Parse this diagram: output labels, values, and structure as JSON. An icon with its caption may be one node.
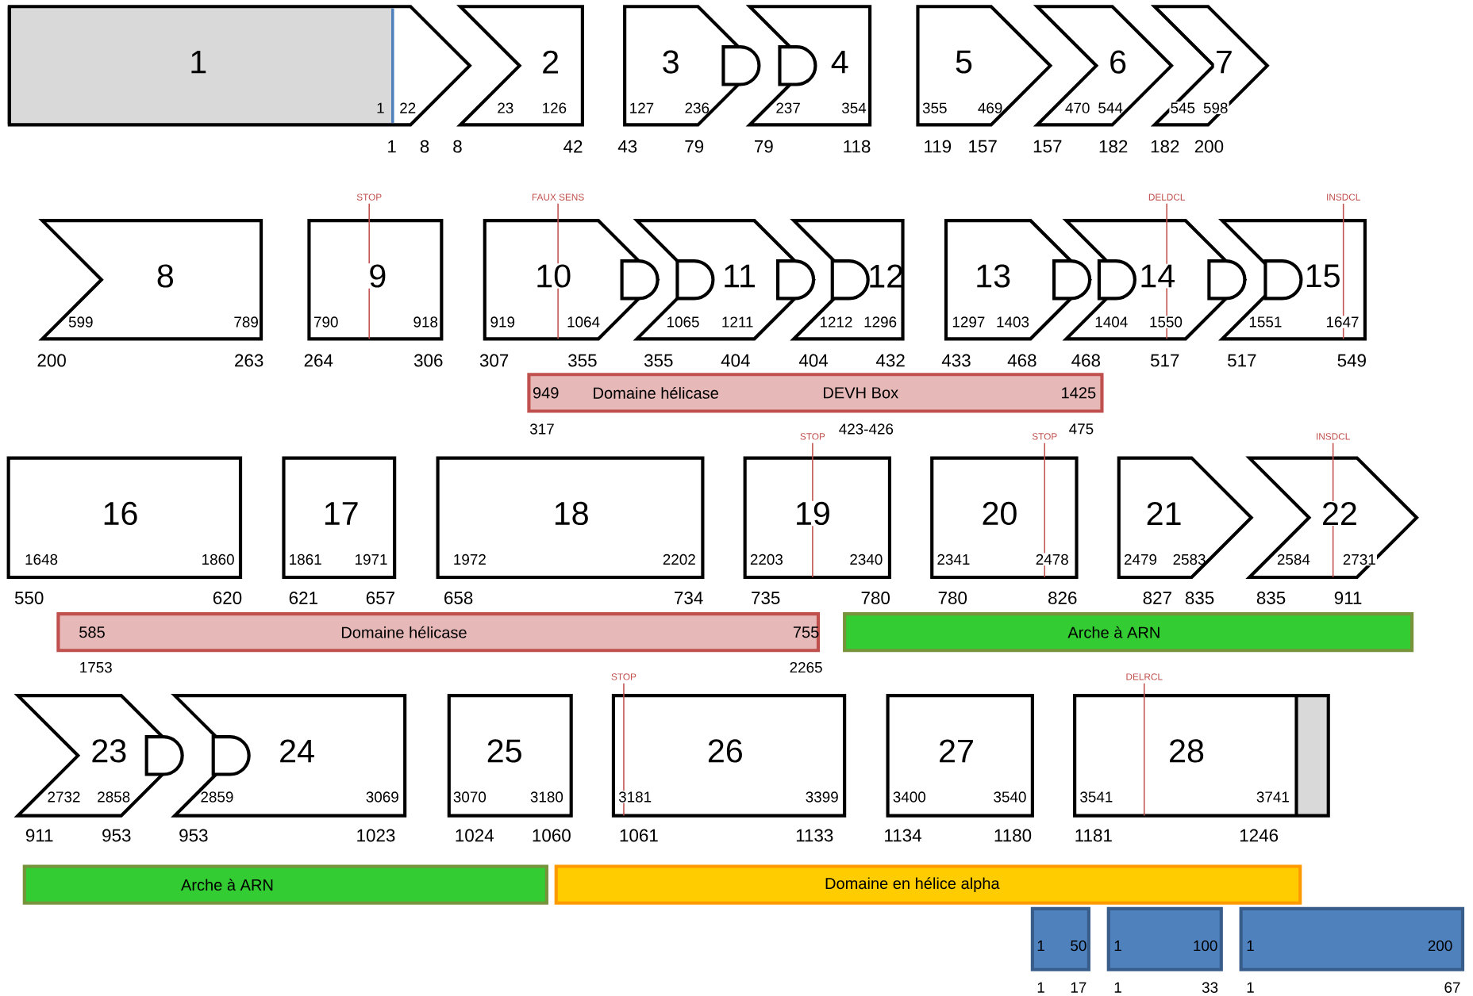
{
  "diagram": {
    "nodes": [
      {
        "text": [
          "1",
          "1",
          "22"
        ],
        "beside": [
          "1",
          "8"
        ]
      },
      {
        "text": [
          "2",
          "23",
          "126"
        ],
        "beside": [
          "8",
          "42"
        ]
      },
      {
        "text": [
          "3",
          "127",
          "236"
        ],
        "beside": [
          "43",
          "79"
        ]
      },
      {
        "text": [
          "4",
          "237",
          "354"
        ],
        "beside": [
          "79",
          "118"
        ]
      },
      {
        "text": [
          "5",
          "355",
          "469"
        ],
        "beside": [
          "119",
          "157"
        ]
      },
      {
        "text": [
          "6",
          "470",
          "544"
        ],
        "beside": [
          "157",
          "182"
        ]
      },
      {
        "text": [
          "7",
          "545",
          "598"
        ],
        "beside": [
          "182",
          "200"
        ]
      },
      {
        "text": [
          "8",
          "599",
          "789"
        ],
        "beside": [
          "200",
          "263"
        ]
      },
      {
        "text": [
          "9",
          "790",
          "918"
        ],
        "beside": [
          "264",
          "306",
          "STOP"
        ]
      },
      {
        "text": [
          "10",
          "919",
          "1064"
        ],
        "beside": [
          "307",
          "355",
          "FAUX SENS"
        ]
      },
      {
        "text": [
          "11",
          "1065",
          "1211"
        ],
        "beside": [
          "355",
          "404"
        ]
      },
      {
        "text": [
          "12",
          "1212",
          "1296"
        ],
        "beside": [
          "404",
          "432"
        ]
      },
      {
        "text": [
          "13",
          "1297",
          "1403"
        ],
        "beside": [
          "433",
          "468"
        ]
      },
      {
        "text": [
          "14",
          "1404",
          "1550"
        ],
        "beside": [
          "468",
          "517",
          "DELDCL"
        ]
      },
      {
        "text": [
          "15",
          "1551",
          "1647"
        ],
        "beside": [
          "517",
          "549",
          "INSDCL"
        ]
      },
      {
        "text": [
          "949",
          "Domaine hélicase",
          "DEVH Box",
          "1425"
        ],
        "beside": [
          "317",
          "423-426",
          "475"
        ]
      },
      {
        "text": [
          "16",
          "1648",
          "1860"
        ],
        "beside": [
          "550",
          "620"
        ]
      },
      {
        "text": [
          "17",
          "1861",
          "1971"
        ],
        "beside": [
          "621",
          "657"
        ]
      },
      {
        "text": [
          "18",
          "1972",
          "2202"
        ],
        "beside": [
          "658",
          "734"
        ]
      },
      {
        "text": [
          "19",
          "2203",
          "2340"
        ],
        "beside": [
          "735",
          "780",
          "STOP"
        ]
      },
      {
        "text": [
          "20",
          "2341",
          "2478"
        ],
        "beside": [
          "780",
          "826",
          "STOP"
        ]
      },
      {
        "text": [
          "21",
          "2479",
          "2583"
        ],
        "beside": [
          "827",
          "835"
        ]
      },
      {
        "text": [
          "22",
          "2584",
          "2731"
        ],
        "beside": [
          "835",
          "911",
          "INSDCL"
        ]
      },
      {
        "text": [
          "585",
          "Domaine hélicase",
          "755"
        ],
        "beside": [
          "1753",
          "2265"
        ]
      },
      {
        "text": [
          "Arche à ARN"
        ]
      },
      {
        "text": [
          "23",
          "2732",
          "2858"
        ],
        "beside": [
          "911",
          "953"
        ]
      },
      {
        "text": [
          "24",
          "2859",
          "3069"
        ],
        "beside": [
          "953",
          "1023"
        ]
      },
      {
        "text": [
          "25",
          "3070",
          "3180"
        ],
        "beside": [
          "1024",
          "1060"
        ]
      },
      {
        "text": [
          "26",
          "3181",
          "3399"
        ],
        "beside": [
          "1061",
          "1133",
          "STOP"
        ]
      },
      {
        "text": [
          "27",
          "3400",
          "3540"
        ],
        "beside": [
          "1134",
          "1180"
        ]
      },
      {
        "text": [
          "28",
          "3541",
          "3741"
        ],
        "beside": [
          "1181",
          "1246",
          "DELRCL"
        ]
      },
      {
        "text": [
          "Arche à ARN"
        ]
      },
      {
        "text": [
          "Domaine en hélice alpha"
        ]
      },
      {
        "text": [
          "1",
          "50"
        ],
        "beside": [
          "1",
          "17"
        ]
      },
      {
        "text": [
          "1",
          "100"
        ],
        "beside": [
          "1",
          "33"
        ]
      },
      {
        "text": [
          "1",
          "200"
        ],
        "beside": [
          "1",
          "67"
        ]
      }
    ]
  }
}
